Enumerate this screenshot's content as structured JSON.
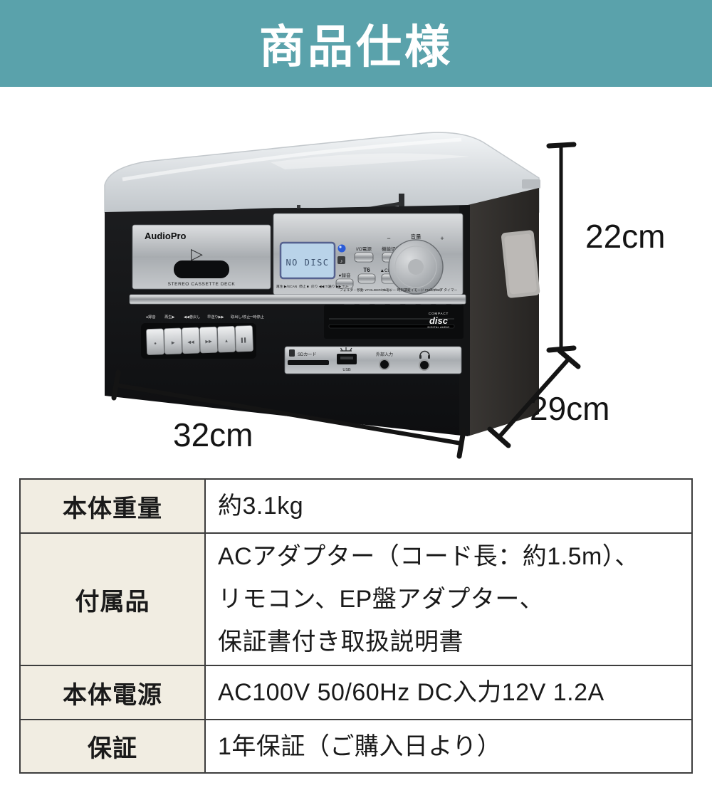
{
  "header": {
    "title": "商品仕様",
    "bg_color": "#5aa2ab",
    "text_color": "#ffffff"
  },
  "product": {
    "dimensions": {
      "height_label": "22cm",
      "depth_label": "29cm",
      "width_label": "32cm"
    },
    "cassette": {
      "brand": "AudioPro",
      "deck_label": "STEREO CASSETTE DECK",
      "play_symbol": "▷",
      "control_labels": [
        "●録音",
        "再生▶",
        "◀◀巻戻し",
        "早送り▶▶",
        "取出し/停止",
        "一時停止"
      ],
      "key_symbols": [
        "●",
        "▶",
        "◀◀",
        "▶▶",
        "▲",
        "▌▌"
      ]
    },
    "display": {
      "lcd_text": "NO DISC"
    },
    "control_panel": {
      "power_label": "I/O電源",
      "function_label": "機能切替",
      "record_label": "●録音",
      "t6_label": "T6",
      "cd_label": "▲CD開閉",
      "volume_minus": "−",
      "volume_label": "音量",
      "volume_plus": "+",
      "record_indicator": "♪",
      "transport_labels": [
        "再生 ▶/SCAN",
        "停止 ■",
        "戻り ◀◀ TU−",
        "送り ▶▶ TU+"
      ],
      "mode_labels": [
        "フォルダ・移動 ∨FOLDER/FILE∧",
        "メモリー 時刻設定",
        "プレイモード FM-ST/MO",
        "スリープ タイマー"
      ]
    },
    "cd_logo": {
      "line1": "COMPACT",
      "line2": "disc",
      "line3": "DIGITAL AUDIO"
    },
    "ports": {
      "sd_label": "SDカード",
      "usb_label": "USB",
      "aux_label": "外部入力"
    }
  },
  "spec_table": {
    "rows": [
      {
        "label": "本体重量",
        "value": "約3.1kg"
      },
      {
        "label": "付属品",
        "value": "ACアダプター（コード長：約1.5m）、\nリモコン、EP盤アダプター、\n保証書付き取扱説明書"
      },
      {
        "label": "本体電源",
        "value": "AC100V 50/60Hz DC入力12V 1.2A"
      },
      {
        "label": "保証",
        "value": "1年保証（ご購入日より）"
      }
    ]
  }
}
